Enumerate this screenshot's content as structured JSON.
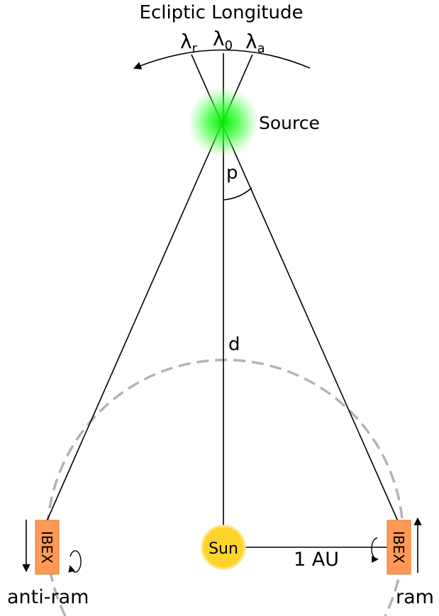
{
  "title": "Ecliptic Longitude",
  "longitude_labels": {
    "r": {
      "base": "λ",
      "sub": "r"
    },
    "zero": {
      "base": "λ",
      "sub": "0"
    },
    "a": {
      "base": "λ",
      "sub": "a"
    }
  },
  "source_label": "Source",
  "angle_label": "p",
  "distance_label": "d",
  "sun_label": "Sun",
  "au_label": "1 AU",
  "ibex_label": "IBEX",
  "anti_ram_label": "anti-ram",
  "ram_label": "ram",
  "colors": {
    "orbit": "#b3b3b3",
    "ibex_fill": "#ff9955",
    "ibex_stroke": "#e07a30",
    "sun_fill": "#ffd42a",
    "sun_stroke": "#ffe680",
    "source_glow": "#00ee00"
  }
}
